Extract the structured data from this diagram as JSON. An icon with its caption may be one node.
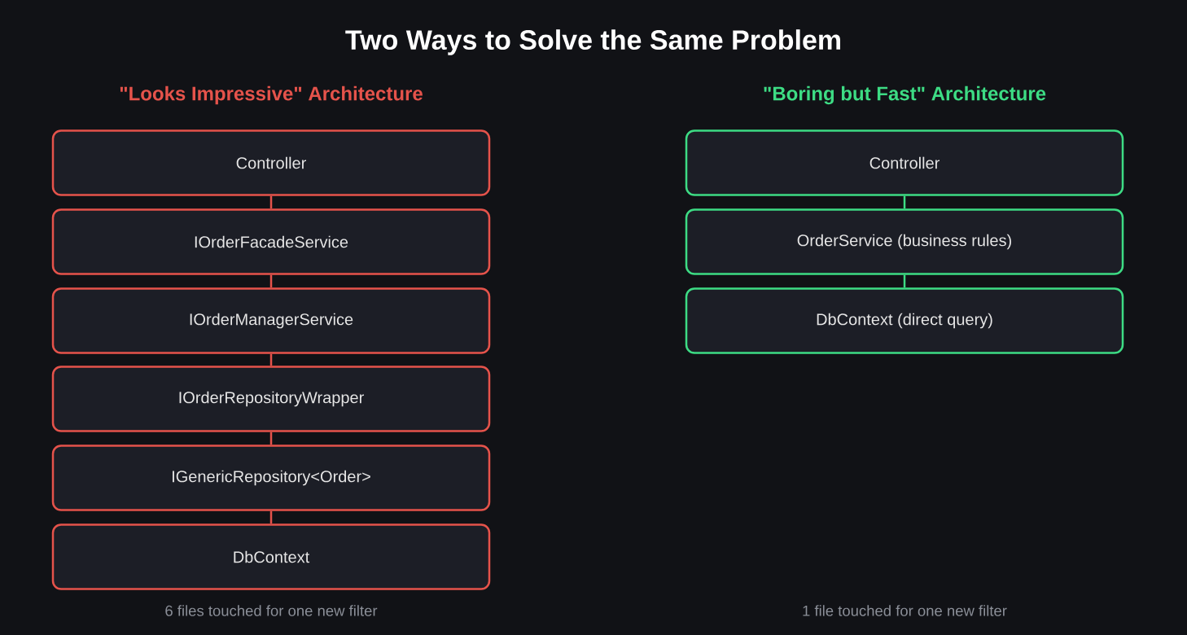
{
  "diagram": {
    "title": "Two Ways to Solve the Same Problem",
    "nodes": [
      {
        "text": [
          "Controller"
        ]
      },
      {
        "text": [
          "IOrderFacadeService"
        ]
      },
      {
        "text": [
          "IOrderManagerService"
        ]
      },
      {
        "text": [
          "IOrderRepositoryWrapper"
        ]
      },
      {
        "text": [
          "IGenericRepository<Order>"
        ]
      },
      {
        "text": [
          "DbContext"
        ]
      },
      {
        "text": [
          "Controller"
        ]
      },
      {
        "text": [
          "OrderService (business rules)"
        ]
      },
      {
        "text": [
          "DbContext (direct query)"
        ]
      }
    ],
    "edges": [
      {
        "from": 0,
        "to": 1,
        "arrow": "none"
      },
      {
        "from": 1,
        "to": 2,
        "arrow": "none"
      },
      {
        "from": 2,
        "to": 3,
        "arrow": "none"
      },
      {
        "from": 3,
        "to": 4,
        "arrow": "none"
      },
      {
        "from": 4,
        "to": 5,
        "arrow": "none"
      },
      {
        "from": 6,
        "to": 7,
        "arrow": "none",
        "color": "#3ddc84"
      },
      {
        "from": 7,
        "to": 8,
        "arrow": "none",
        "color": "#3ddc84"
      }
    ],
    "labels": [
      "\"Looks Impressive\" Architecture",
      "\"Boring but Fast\" Architecture",
      "6 files touched for one new filter",
      "1 file touched for one new filter"
    ]
  }
}
